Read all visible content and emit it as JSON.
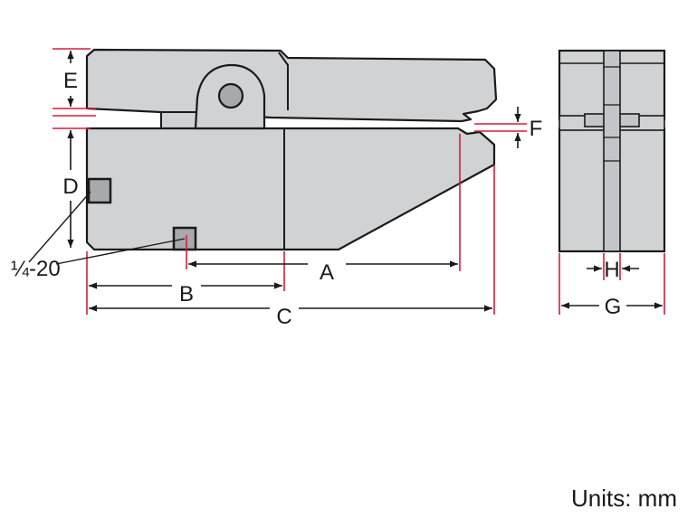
{
  "labels": {
    "A": "A",
    "B": "B",
    "C": "C",
    "D": "D",
    "E": "E",
    "F": "F",
    "G": "G",
    "H": "H",
    "thread": "¼-20"
  },
  "units_label": "Units: mm",
  "colors": {
    "body_fill": "#d1d2d4",
    "outline": "#1a1a1a",
    "dimension": "#1a1a1a",
    "reference_line": "#d31f3a"
  }
}
